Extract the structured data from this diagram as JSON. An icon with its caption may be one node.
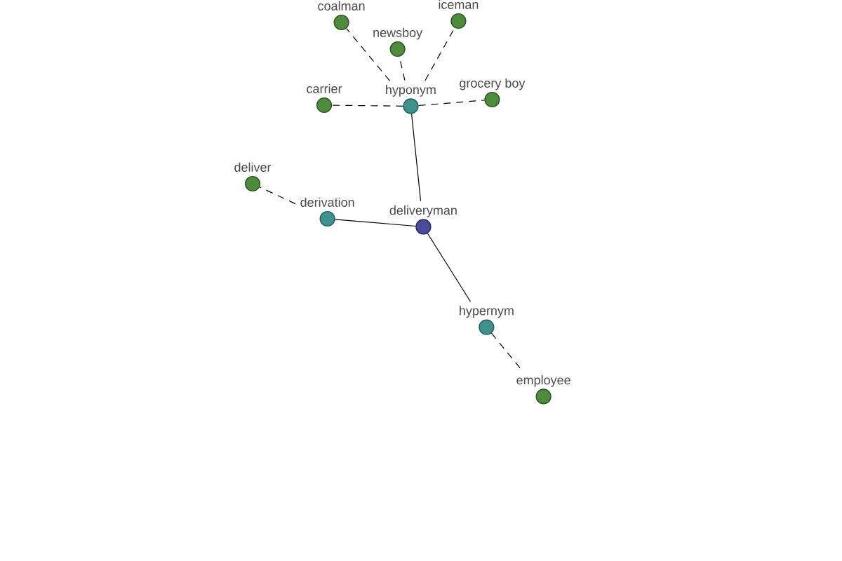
{
  "diagram": {
    "nodes": [
      {
        "text": [
          "coalman"
        ]
      },
      {
        "text": [
          "iceman"
        ]
      },
      {
        "text": [
          "newsboy"
        ]
      },
      {
        "text": [
          "carrier"
        ]
      },
      {
        "text": [
          "hyponym"
        ]
      },
      {
        "text": [
          "grocery boy"
        ]
      },
      {
        "text": [
          "deliver"
        ]
      },
      {
        "text": [
          "derivation"
        ]
      },
      {
        "text": [
          "deliveryman"
        ]
      },
      {
        "text": [
          "hypernym"
        ]
      },
      {
        "text": [
          "employee"
        ]
      }
    ],
    "edges": [
      {
        "from": 8,
        "to": 4,
        "arrow": "none"
      },
      {
        "from": 8,
        "to": 7,
        "arrow": "none"
      },
      {
        "from": 8,
        "to": 9,
        "arrow": "none"
      },
      {
        "from": 4,
        "to": 0,
        "arrow": "none",
        "style": "dashed"
      },
      {
        "from": 4,
        "to": 2,
        "arrow": "none",
        "style": "dashed"
      },
      {
        "from": 4,
        "to": 1,
        "arrow": "none",
        "style": "dashed"
      },
      {
        "from": 4,
        "to": 3,
        "arrow": "none",
        "style": "dashed"
      },
      {
        "from": 4,
        "to": 5,
        "arrow": "none",
        "style": "dashed"
      },
      {
        "from": 7,
        "to": 6,
        "arrow": "none",
        "style": "dashed"
      },
      {
        "from": 9,
        "to": 10,
        "arrow": "none",
        "style": "dashed"
      }
    ]
  }
}
